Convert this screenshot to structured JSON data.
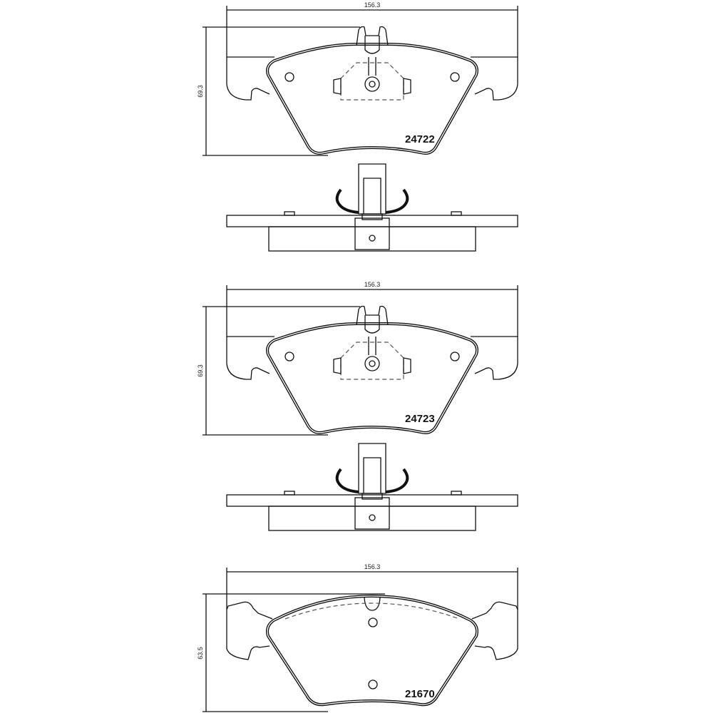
{
  "drawings": [
    {
      "part_number": "24722",
      "width_label": "156.3",
      "height_label": "69.3",
      "type": "pad-with-clip"
    },
    {
      "part_number": "24723",
      "width_label": "156.3",
      "height_label": "69.3",
      "type": "pad-with-clip"
    },
    {
      "part_number": "21670",
      "width_label": "156.3",
      "height_label": "63.5",
      "type": "pad-plain"
    }
  ],
  "colors": {
    "line": "#111111",
    "background": "#ffffff"
  }
}
